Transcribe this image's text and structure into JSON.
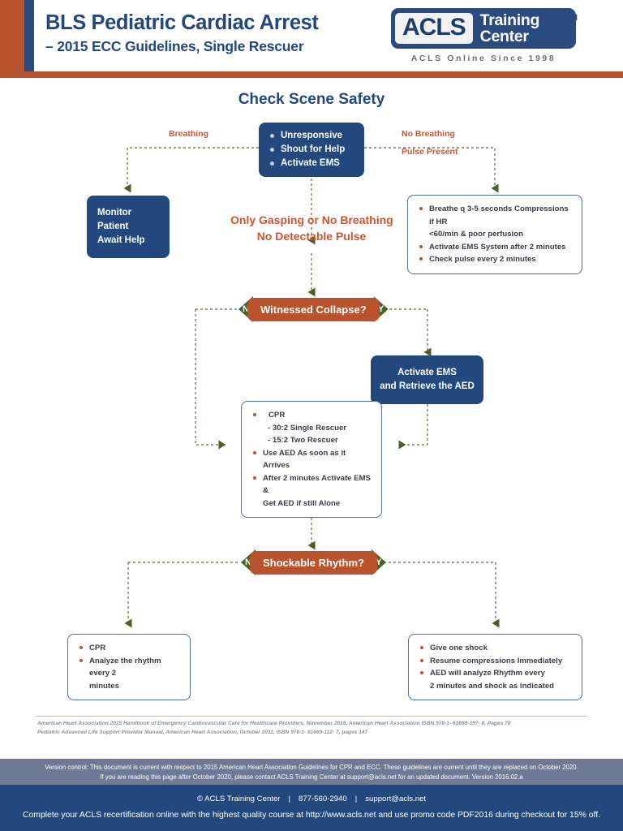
{
  "header": {
    "title_line1": "BLS Pediatric Cardiac Arrest",
    "title_line2": "– 2015 ECC Guidelines, Single Rescuer",
    "logo": {
      "mark": "ACLS",
      "word_top": "Training",
      "word_bottom": "Center",
      "trademark": "TM",
      "tagline": "ACLS Online Since 1998"
    },
    "colors": {
      "navy": "#23487e",
      "rust": "#b9532d"
    }
  },
  "flowchart": {
    "title": "Check Scene Safety",
    "nodes": {
      "assess": {
        "items": [
          "Unresponsive",
          "Shout for Help",
          "Activate EMS"
        ]
      },
      "monitor": {
        "line1": "Monitor Patient",
        "line2": "Await Help"
      },
      "rescue_breathing": {
        "items": [
          "Breathe q 3-5 seconds Compressions if HR",
          "<60/min & poor perfusion",
          "Activate EMS System after 2 minutes",
          "Check pulse every 2 minutes"
        ]
      },
      "witnessed_collapse": {
        "label": "Witnessed Collapse?",
        "yes": "Y",
        "no": "N"
      },
      "activate_ems_aed": {
        "line1": "Activate EMS",
        "line2": "and Retrieve the AED"
      },
      "cpr_block": {
        "items": [
          "CPR",
          "- 30:2 Single Rescuer",
          "- 15:2 Two Rescuer",
          "Use AED As soon as it Arrives",
          "After 2 minutes Activate EMS &",
          "Get AED if still Alone"
        ]
      },
      "shockable_rhythm": {
        "label": "Shockable Rhythm?",
        "yes": "Y",
        "no": "N"
      },
      "not_shockable": {
        "items": [
          "CPR",
          "Analyze the rhythm every 2",
          "minutes"
        ]
      },
      "shockable": {
        "items": [
          "Give one shock",
          "Resume compressions Immediately",
          "AED will analyze Rhythm every",
          "2 minutes and shock as indicated"
        ]
      }
    },
    "edge_labels": {
      "breathing": "Breathing",
      "no_breathing_1": "No Breathing",
      "no_breathing_2": "Pulse Present",
      "gasping_1": "Only Gasping or No Breathing",
      "gasping_2": "No Detectable Pulse"
    }
  },
  "footer": {
    "citation_line1": "American Heart Association 2015 Handbook of Emergency Cardiovascular Care for Healthcare Providers, November 2015, American Heart Association ISBN 978-1- 61669-397- 8, Pages 78",
    "citation_line2": "Pediatric Advanced Life Support Provider Manual, American Heart Association, October 2011, ISBN 978-1- 61669-112- 7, pages 147",
    "version_line1": "Version control: This document is current with respect to 2015 American Heart Association Guidelines for CPR and ECC. These guidelines are current until they are replaced on October 2020.",
    "version_line2": "If you are reading this page after October 2020, please contact ACLS Training Center at support@acls.net for an updated document. Version 2016.02.a",
    "copyright": "© ACLS Training Center",
    "phone": "877-560-2940",
    "email": "support@acls.net",
    "promo": "Complete your ACLS recertification online with the highest quality course at http://www.acls.net and use promo code PDF2016 during checkout for 15% off."
  }
}
